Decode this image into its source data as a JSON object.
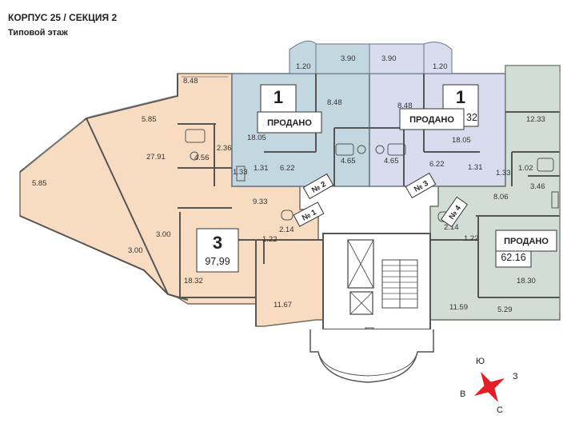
{
  "header": {
    "title": "КОРПУС 25 / СЕКЦИЯ 2",
    "subtitle": "Типовой этаж"
  },
  "colors": {
    "apt_3": "#f7dcc2",
    "apt_1_left": "#c3d7e0",
    "apt_1_right": "#d9dcef",
    "apt_right": "#d3ddd7",
    "compass": "#e41e26",
    "wall": "#555555"
  },
  "apartments": [
    {
      "rooms": "3",
      "area": "97,99",
      "sold": ""
    },
    {
      "rooms": "1",
      "area": "",
      "sold": "ПРОДАНО"
    },
    {
      "rooms": "1",
      "area": "32",
      "sold": "ПРОДАНО"
    },
    {
      "rooms": "",
      "area": "62.16",
      "sold": "ПРОДАНО"
    }
  ],
  "entrances": [
    "№ 1",
    "№ 2",
    "№ 3",
    "№ 4"
  ],
  "dims": {
    "a848": "8.48",
    "a585a": "5.85",
    "a585b": "5.85",
    "a2791": "27.91",
    "a456": "4.56",
    "a236": "2.36",
    "a133l": "1.33",
    "a933": "9.33",
    "a300a": "3.00",
    "a300b": "3.00",
    "a1832": "18.32",
    "a214l": "2.14",
    "a122l": "1.22",
    "a1167": "11.67",
    "a120l": "1.20",
    "a390l": "3.90",
    "a390r": "3.90",
    "a120r": "1.20",
    "a848bl": "8.48",
    "a848br": "8.48",
    "a1805l": "18.05",
    "a131l": "1.31",
    "a622l": "6.22",
    "a465l": "4.65",
    "a465r": "4.65",
    "a622r": "6.22",
    "a131r": "1.31",
    "a1805r": "18.05",
    "a1233": "12.33",
    "a133r": "1.33",
    "a102": "1.02",
    "a346": "3.46",
    "a806": "8.06",
    "a214r": "2.14",
    "a122r": "1.22",
    "a1830": "18.30",
    "a1159": "11.59",
    "a529": "5.29"
  },
  "compass": {
    "n": "С",
    "s": "Ю",
    "e": "В",
    "w": "З"
  }
}
